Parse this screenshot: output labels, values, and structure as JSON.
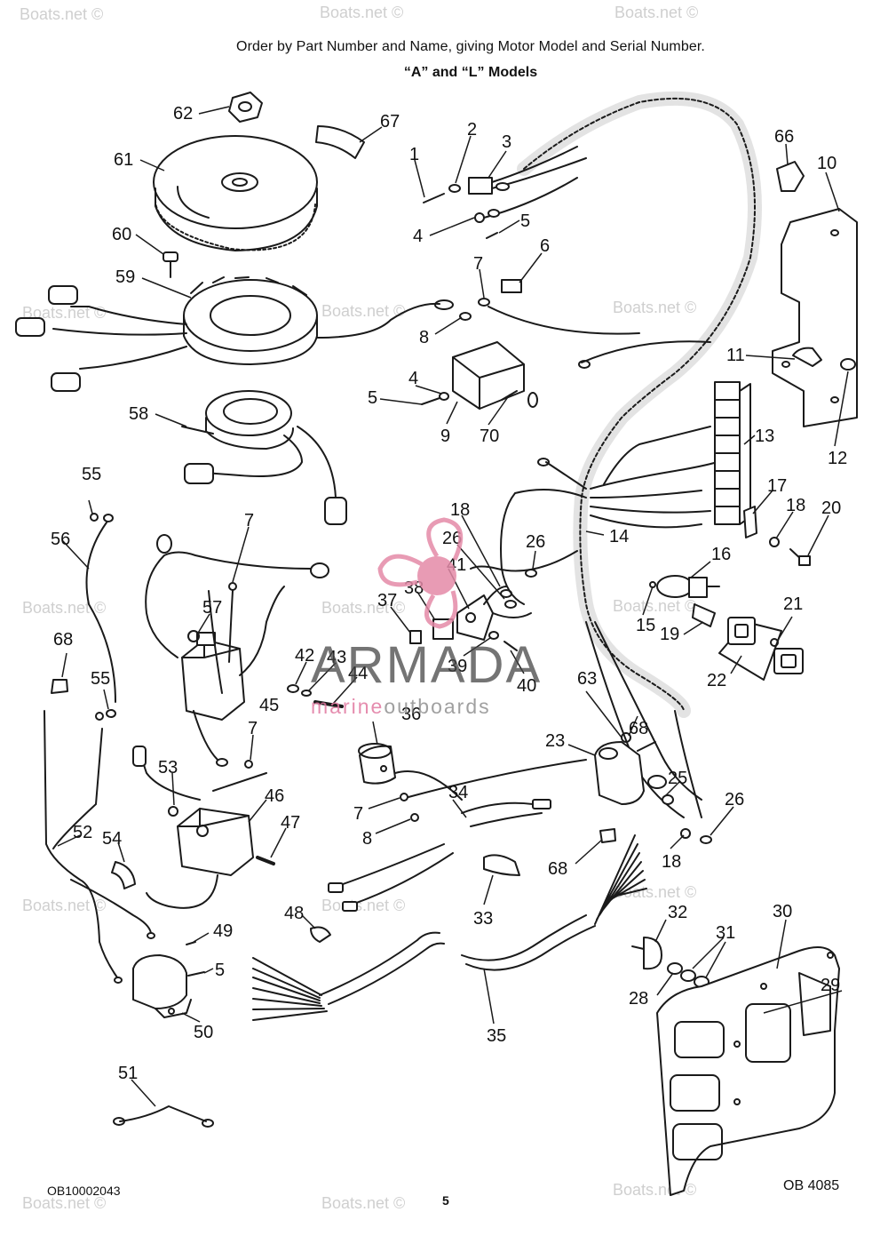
{
  "header": {
    "order_note": "Order by Part Number and Name, giving Motor Model and Serial Number.",
    "models": "“A” and “L” Models"
  },
  "footer": {
    "left_code": "OB10002043",
    "right_code": "OB 4085",
    "page_number": "5"
  },
  "branding": {
    "logo_text": "ARMADA",
    "tagline_part1": "marine",
    "tagline_part2": "outboards",
    "watermark": "Boats.net ©"
  },
  "colors": {
    "line": "#1a1a1a",
    "watermark": "#cfcfcf",
    "logo_pink": "#e48aa8"
  },
  "callouts": [
    {
      "id": "c1",
      "text": "1"
    },
    {
      "id": "c2",
      "text": "2"
    },
    {
      "id": "c3",
      "text": "3"
    },
    {
      "id": "c4a",
      "text": "4"
    },
    {
      "id": "c5a",
      "text": "5"
    },
    {
      "id": "c6",
      "text": "6"
    },
    {
      "id": "c7a",
      "text": "7"
    },
    {
      "id": "c8a",
      "text": "8"
    },
    {
      "id": "c4b",
      "text": "4"
    },
    {
      "id": "c5b",
      "text": "5"
    },
    {
      "id": "c9",
      "text": "9"
    },
    {
      "id": "c70",
      "text": "70"
    },
    {
      "id": "c10",
      "text": "10"
    },
    {
      "id": "c11",
      "text": "11"
    },
    {
      "id": "c12",
      "text": "12"
    },
    {
      "id": "c13",
      "text": "13"
    },
    {
      "id": "c14",
      "text": "14"
    },
    {
      "id": "c15",
      "text": "15"
    },
    {
      "id": "c16",
      "text": "16"
    },
    {
      "id": "c17",
      "text": "17"
    },
    {
      "id": "c18a",
      "text": "18"
    },
    {
      "id": "c18b",
      "text": "18"
    },
    {
      "id": "c18c",
      "text": "18"
    },
    {
      "id": "c19",
      "text": "19"
    },
    {
      "id": "c20",
      "text": "20"
    },
    {
      "id": "c21",
      "text": "21"
    },
    {
      "id": "c22",
      "text": "22"
    },
    {
      "id": "c23",
      "text": "23"
    },
    {
      "id": "c25",
      "text": "25"
    },
    {
      "id": "c26a",
      "text": "26"
    },
    {
      "id": "c26b",
      "text": "26"
    },
    {
      "id": "c26c",
      "text": "26"
    },
    {
      "id": "c28",
      "text": "28"
    },
    {
      "id": "c29",
      "text": "29"
    },
    {
      "id": "c30",
      "text": "30"
    },
    {
      "id": "c31",
      "text": "31"
    },
    {
      "id": "c32",
      "text": "32"
    },
    {
      "id": "c33",
      "text": "33"
    },
    {
      "id": "c34",
      "text": "34"
    },
    {
      "id": "c35",
      "text": "35"
    },
    {
      "id": "c36",
      "text": "36"
    },
    {
      "id": "c37",
      "text": "37"
    },
    {
      "id": "c38",
      "text": "38"
    },
    {
      "id": "c39",
      "text": "39"
    },
    {
      "id": "c40",
      "text": "40"
    },
    {
      "id": "c41",
      "text": "41"
    },
    {
      "id": "c42",
      "text": "42"
    },
    {
      "id": "c43",
      "text": "43"
    },
    {
      "id": "c44",
      "text": "44"
    },
    {
      "id": "c45",
      "text": "45"
    },
    {
      "id": "c46",
      "text": "46"
    },
    {
      "id": "c47",
      "text": "47"
    },
    {
      "id": "c48",
      "text": "48"
    },
    {
      "id": "c49",
      "text": "49"
    },
    {
      "id": "c5c",
      "text": "5"
    },
    {
      "id": "c50",
      "text": "50"
    },
    {
      "id": "c51",
      "text": "51"
    },
    {
      "id": "c52",
      "text": "52"
    },
    {
      "id": "c53",
      "text": "53"
    },
    {
      "id": "c54",
      "text": "54"
    },
    {
      "id": "c55a",
      "text": "55"
    },
    {
      "id": "c55b",
      "text": "55"
    },
    {
      "id": "c56",
      "text": "56"
    },
    {
      "id": "c57",
      "text": "57"
    },
    {
      "id": "c58",
      "text": "58"
    },
    {
      "id": "c59",
      "text": "59"
    },
    {
      "id": "c60",
      "text": "60"
    },
    {
      "id": "c61",
      "text": "61"
    },
    {
      "id": "c62",
      "text": "62"
    },
    {
      "id": "c63",
      "text": "63"
    },
    {
      "id": "c66",
      "text": "66"
    },
    {
      "id": "c67",
      "text": "67"
    },
    {
      "id": "c68a",
      "text": "68"
    },
    {
      "id": "c68b",
      "text": "68"
    },
    {
      "id": "c68c",
      "text": "68"
    },
    {
      "id": "c7b",
      "text": "7"
    },
    {
      "id": "c7c",
      "text": "7"
    },
    {
      "id": "c7d",
      "text": "7"
    },
    {
      "id": "c8b",
      "text": "8"
    }
  ]
}
